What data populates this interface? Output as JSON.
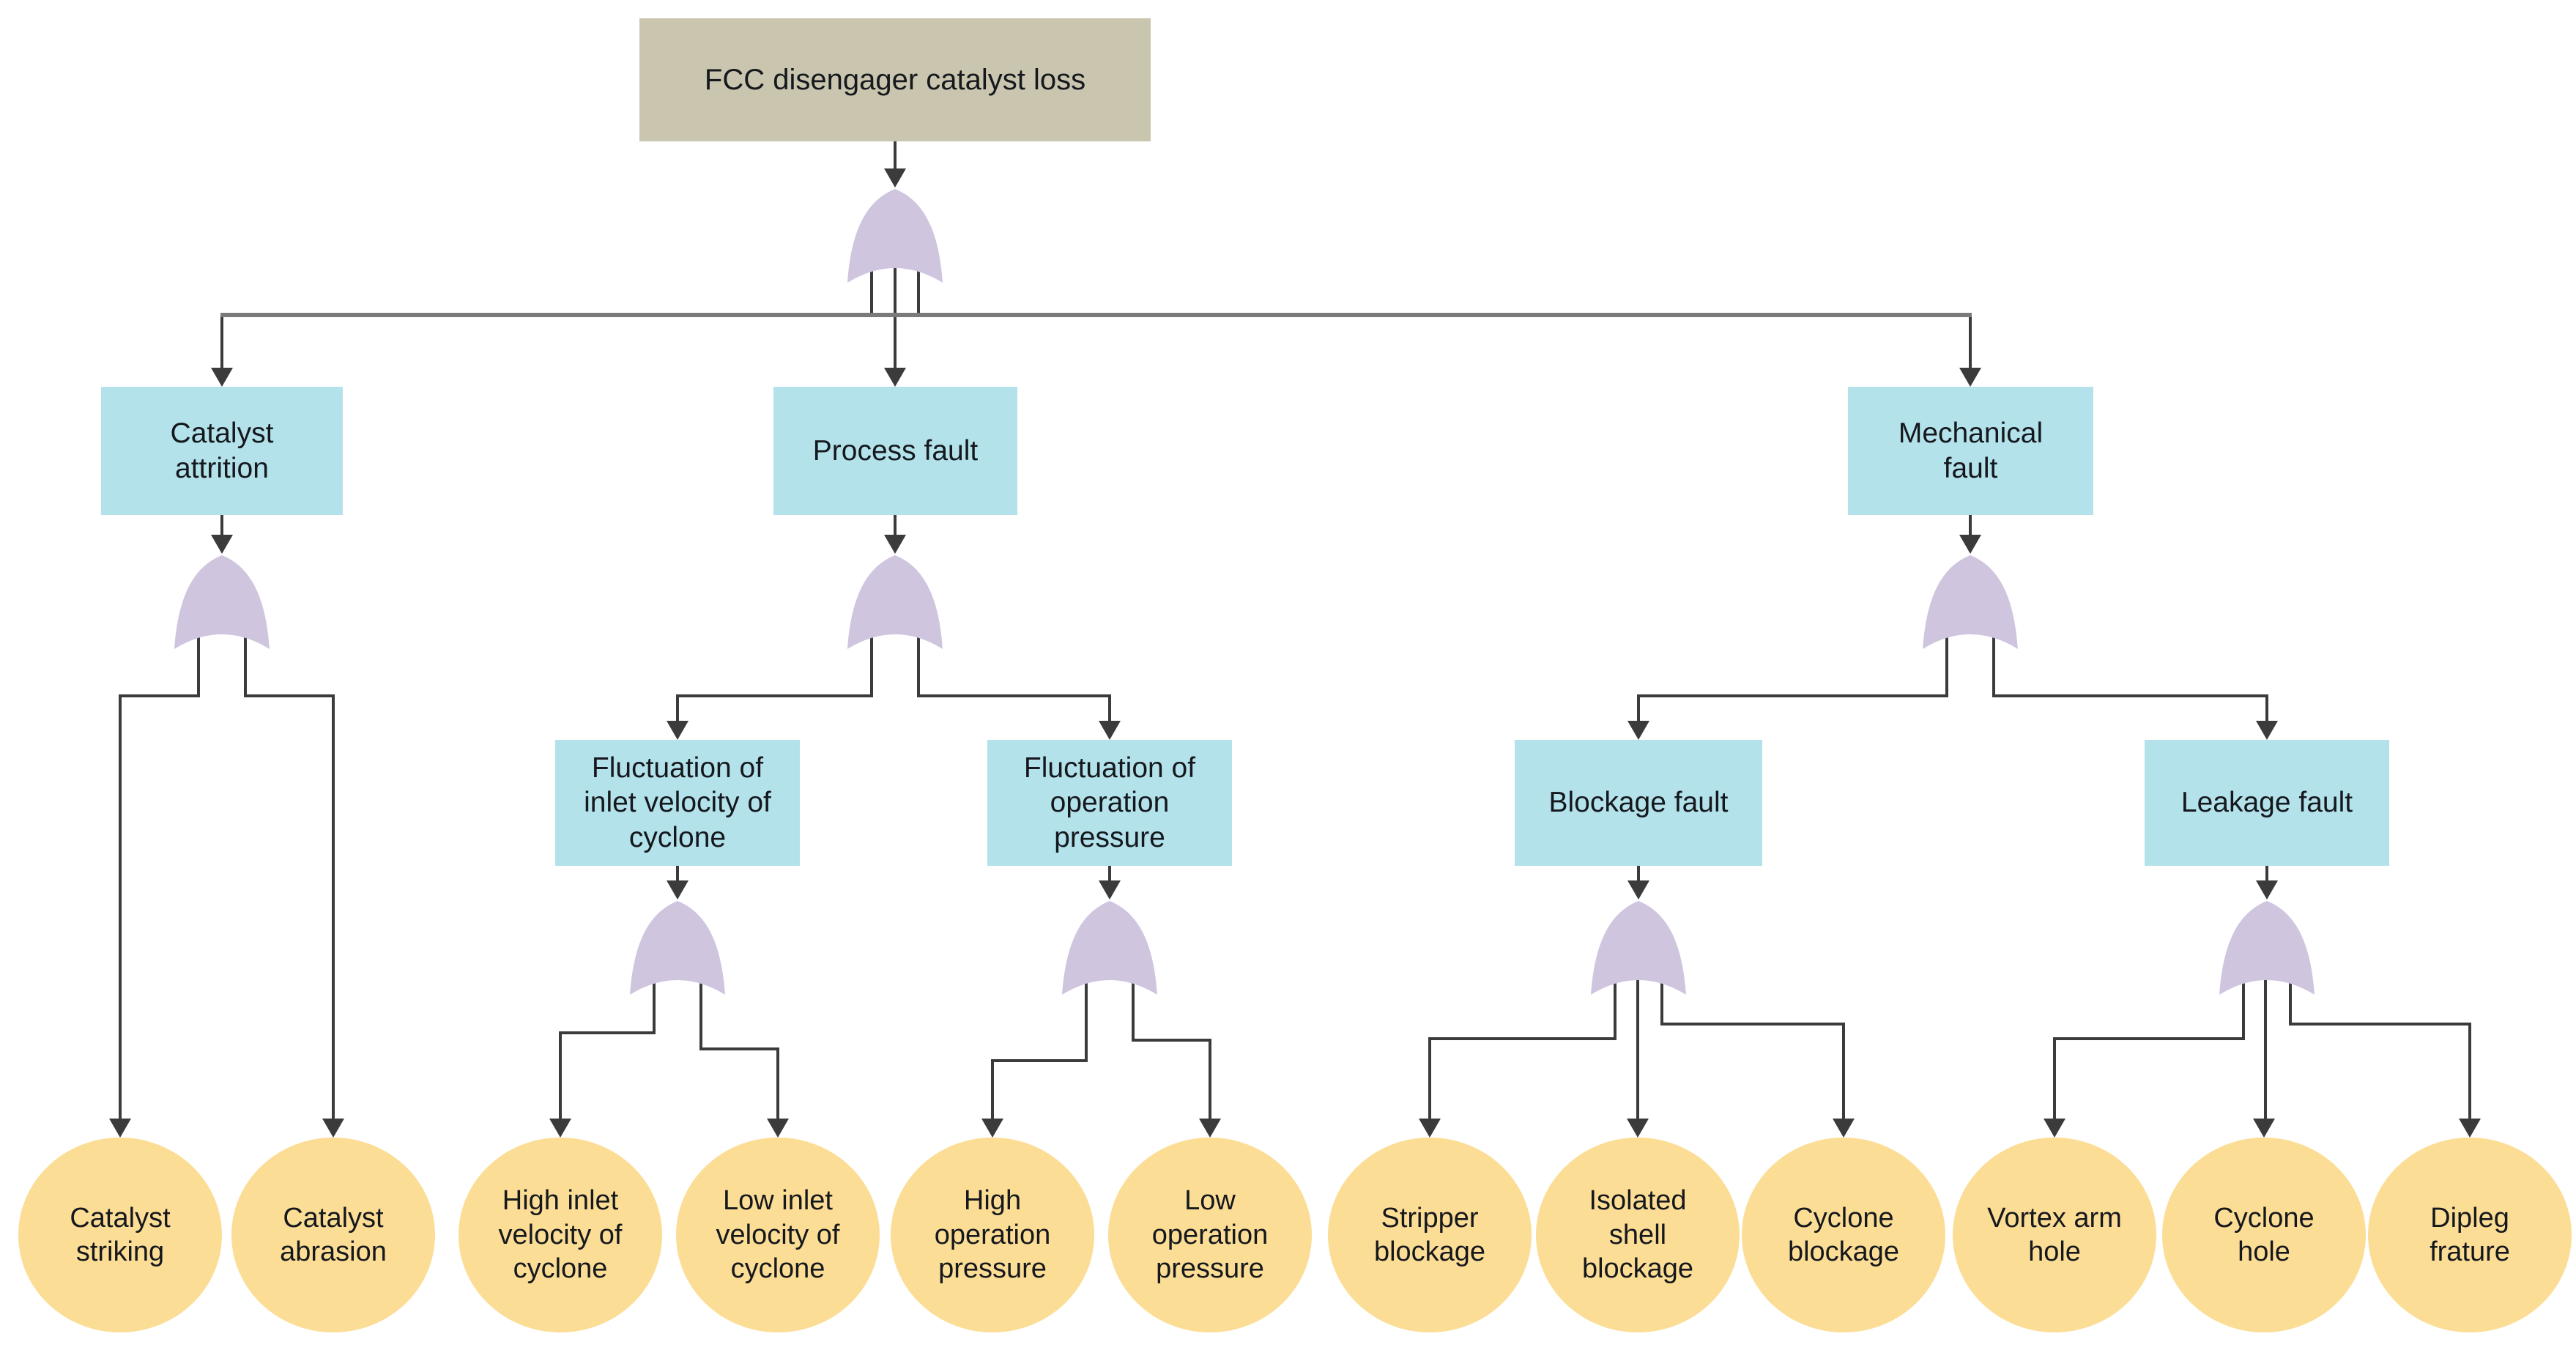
{
  "title": "FCC disengager catalyst loss fault tree",
  "colors": {
    "top_event_fill": "#C9C5AE",
    "intermediate_fill": "#B3E2EB",
    "basic_event_fill": "#FCDD95",
    "gate_fill": "#CFC5DF",
    "connector": "#3B3B3B",
    "branch_line": "#7A7A7A",
    "text": "#15181d"
  },
  "icons": {
    "gate": "or-gate",
    "arrow": "arrow-down"
  },
  "tree": {
    "gate_type": "OR",
    "top_event": {
      "label": "FCC disengager catalyst loss"
    },
    "level1": [
      {
        "label": "Catalyst\nattrition",
        "basic_events": [
          "Catalyst\nstriking",
          "Catalyst\nabrasion"
        ]
      },
      {
        "label": "Process fault",
        "sub_faults": [
          {
            "label": "Fluctuation of\ninlet velocity of\ncyclone",
            "basic_events": [
              "High inlet\nvelocity of\ncyclone",
              "Low inlet\nvelocity of\ncyclone"
            ]
          },
          {
            "label": "Fluctuation of\noperation\npressure",
            "basic_events": [
              "High\noperation\npressure",
              "Low\noperation\npressure"
            ]
          }
        ]
      },
      {
        "label": "Mechanical\nfault",
        "sub_faults": [
          {
            "label": "Blockage fault",
            "basic_events": [
              "Stripper\nblockage",
              "Isolated\nshell\nblockage",
              "Cyclone\nblockage"
            ]
          },
          {
            "label": "Leakage fault",
            "basic_events": [
              "Vortex arm\nhole",
              "Cyclone\nhole",
              "Dipleg\nfrature"
            ]
          }
        ]
      }
    ]
  }
}
